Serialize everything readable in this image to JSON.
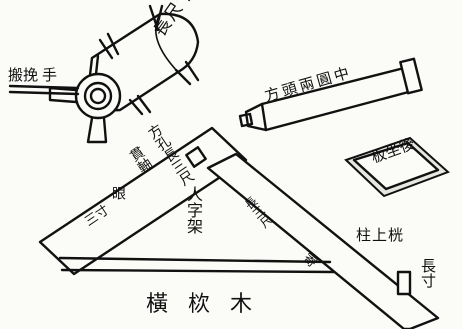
{
  "labels": {
    "scroll_mark": "長尺寸",
    "hand_label": "手",
    "handle_label": "搬挽",
    "square_ruler": "中圓兩頭方",
    "beam_upper_a": "方孔長三尺",
    "beam_upper_b": "貫軸",
    "beam_upper_c": "三寸",
    "beam_upper_d": "眼",
    "frame_label": "人字架",
    "beam_lower_a": "長三尺",
    "beam_lower_b": "寄",
    "back_seat": "後坐板",
    "post_label": "桄上柱",
    "post_len": "長寸",
    "bottom_title": "橫栨木"
  }
}
